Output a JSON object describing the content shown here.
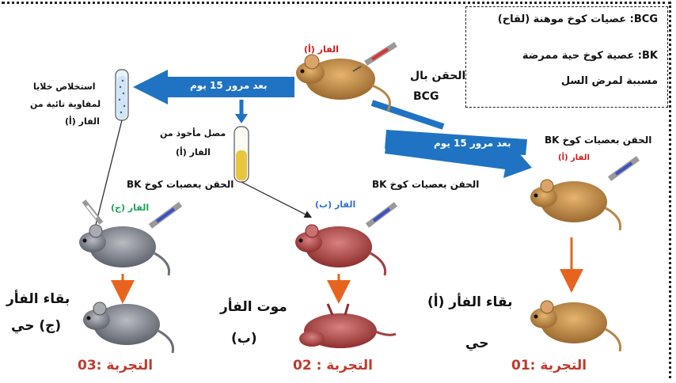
{
  "legend": {
    "bcg": "BCG: عصيات كوخ موهنة (لقاح)",
    "bk_line1": "BK: عصية كوخ حية ممرضة",
    "bk_line2": "مسببة لمرض السل"
  },
  "top": {
    "mouse_a_label": "الفار (أ)",
    "inject_bcg_1": "الحقن بال",
    "inject_bcg_2": "BCG",
    "after15_left": "بعد مرور 15 يوم",
    "after15_right": "بعد مرور 15 يوم",
    "extract_1": "استخلاص خلايا",
    "extract_2": "لمفاوية تائية من",
    "extract_3": "الفار (أ)",
    "serum_1": "مصل مأخوذ من",
    "serum_2": "الفار (أ)"
  },
  "middle": {
    "inject_bk_left": "الحقن بعصيات كوخ BK",
    "inject_bk_center": "الحقن بعصيات كوخ BK",
    "inject_bk_right": "الحقن بعصيات كوخ BK",
    "mouse_c_label": "الفار (ج)",
    "mouse_b_label": "الفار (ب)",
    "mouse_a_label2": "الفار (أ)"
  },
  "results": {
    "c_line1": "بقاء الفأر",
    "c_line2": "(ج) حي",
    "b_line1": "موت الفأر",
    "b_line2": "(ب)",
    "a_line1": "بقاء الفأر (أ)",
    "a_line2": "حي"
  },
  "experiments": {
    "exp3": "التجربة :03",
    "exp2": "التجربة : 02",
    "exp1": "التجربة :01"
  },
  "colors": {
    "arrow_blue": "#1f73c2",
    "orange": "#e8641e",
    "mouse_brown": "#c8934e",
    "mouse_red": "#b24a4a",
    "mouse_gray": "#8a8e96",
    "experiment_red": "#c0392b"
  }
}
